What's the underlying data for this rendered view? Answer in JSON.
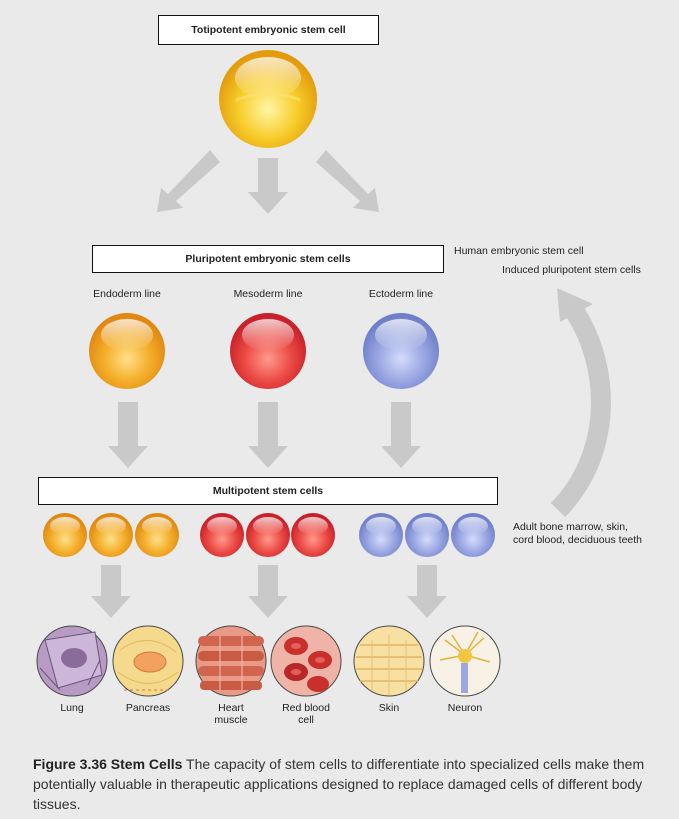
{
  "top_box": "Totipotent embryonic stem cell",
  "pluri_box": "Pluripotent embryonic stem cells",
  "multi_box": "Multipotent stem cells",
  "lines": {
    "endoderm": "Endoderm line",
    "mesoderm": "Mesoderm line",
    "ectoderm": "Ectoderm line"
  },
  "side": {
    "human": "Human embryonic stem cell",
    "induced": "Induced pluripotent stem cells",
    "adult_1": "Adult bone marrow, skin,",
    "adult_2": "cord blood, deciduous teeth"
  },
  "tissues": {
    "lung": "Lung",
    "pancreas": "Pancreas",
    "heart_1": "Heart",
    "heart_2": "muscle",
    "rbc_1": "Red blood",
    "rbc_2": "cell",
    "skin": "Skin",
    "neuron": "Neuron"
  },
  "caption": {
    "label": "Figure 3.36 Stem Cells",
    "text": " The capacity of stem cells to differentiate into specialized cells make them potentially valuable in therapeutic applications designed to replace damaged cells of different body tissues."
  },
  "colors": {
    "totipotent": "#f6c21c",
    "endoderm": "#f2a321",
    "mesoderm": "#e8393a",
    "ectoderm": "#8b9cdc",
    "arrow": "#c9c9c9"
  }
}
